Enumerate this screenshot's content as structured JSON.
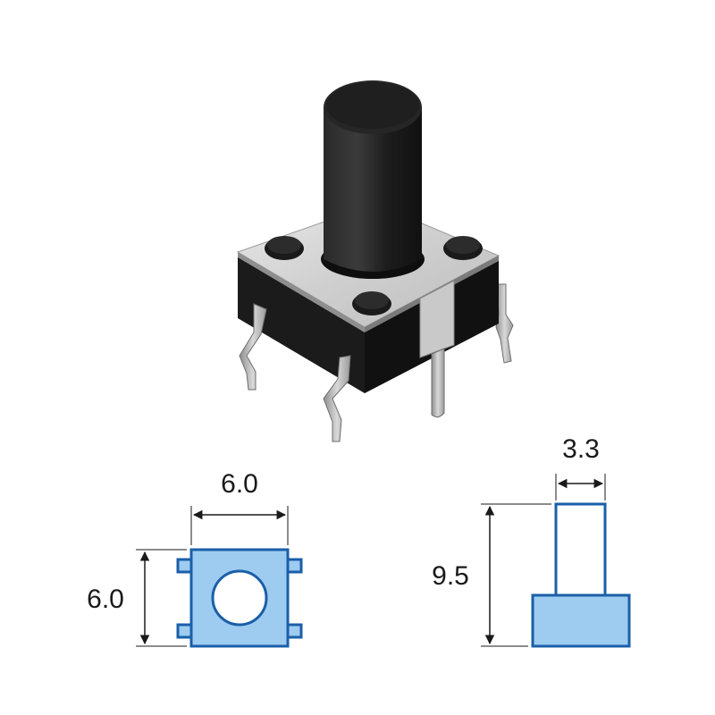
{
  "colors": {
    "outline_blue": "#1a5fa8",
    "fill_blue": "#9ecbf0",
    "dimension_line": "#1a1a1a",
    "switch_body": "#1e1e1e",
    "switch_plate": "#d4d4d4",
    "pin_metal": "#b9b9b9"
  },
  "dimensions": {
    "top_view_width": "6.0",
    "top_view_height": "6.0",
    "side_view_plunger_width": "3.3",
    "side_view_total_height": "9.5"
  }
}
